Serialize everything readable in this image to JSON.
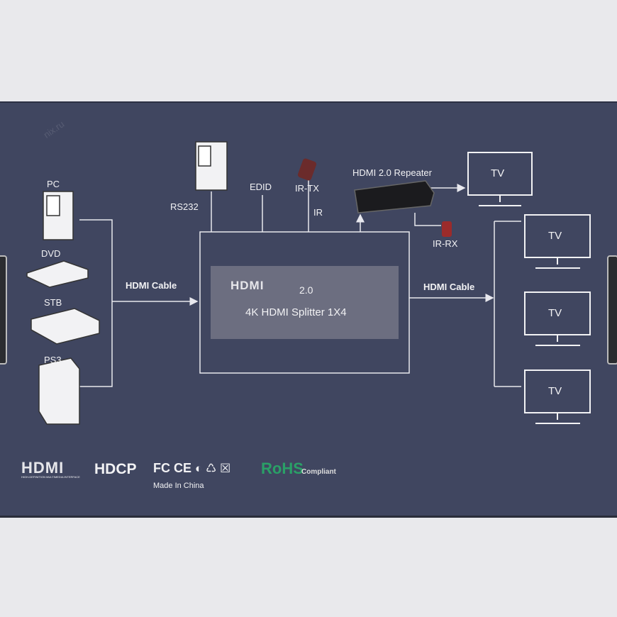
{
  "sources": [
    "PC",
    "DVD",
    "STB",
    "PS3"
  ],
  "top_labels": {
    "rs232": "RS232",
    "edid": "EDID",
    "ir_tx": "IR-TX",
    "ir": "IR",
    "repeater": "HDMI 2.0 Repeater",
    "ir_rx": "IR-RX"
  },
  "cable_left": "HDMI Cable",
  "cable_right": "HDMI Cable",
  "device": {
    "logo": "HDMI",
    "version": "2.0",
    "name": "4K HDMI Splitter 1X4"
  },
  "tvs": [
    "TV",
    "TV",
    "TV",
    "TV"
  ],
  "footer": {
    "hdmi": "HDMI",
    "hdmi_sub": "HIGH-DEFINITION MULTIMEDIA INTERFACE",
    "hdcp": "HDCP",
    "certs": "FC CE",
    "rohs": "RoHS",
    "compliant": "Compliant",
    "made": "Made In China"
  },
  "watermark": "nix.ru"
}
